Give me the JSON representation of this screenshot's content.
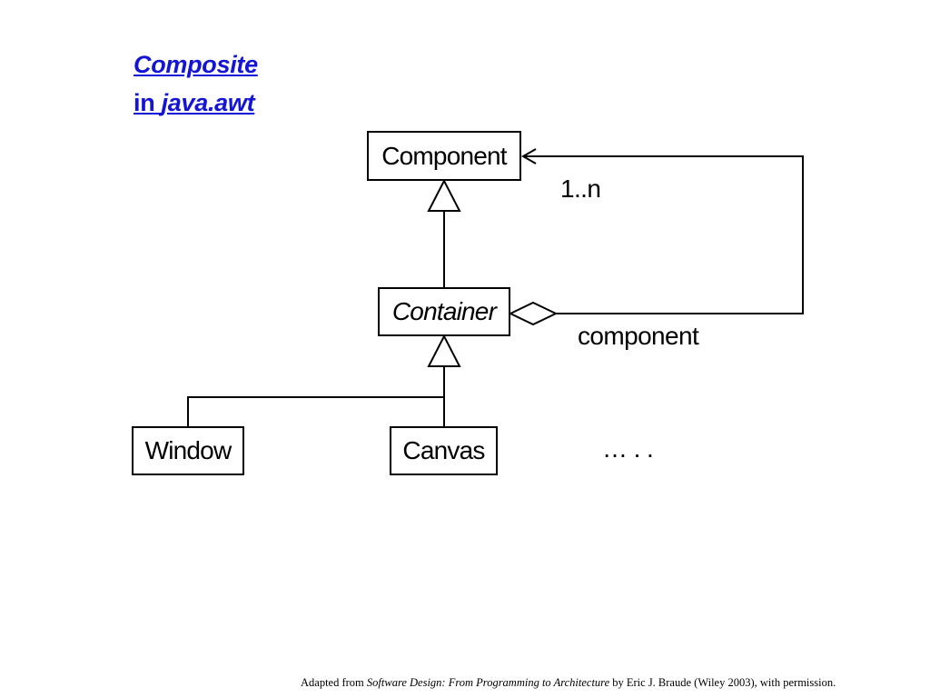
{
  "title": {
    "line1": "Composite",
    "line2_prefix": "in ",
    "line2_italic": "java.awt"
  },
  "classes": {
    "component": "Component",
    "container": "Container",
    "window": "Window",
    "canvas": "Canvas"
  },
  "labels": {
    "multiplicity": "1..n",
    "role": "component",
    "ellipsis": "… . ."
  },
  "credit": {
    "prefix": "Adapted from ",
    "book": "Software Design: From Programming to Architecture",
    "suffix": " by Eric J. Braude (Wiley 2003), with permission."
  },
  "colors": {
    "title": "#1414d6",
    "lines": "#000000"
  }
}
